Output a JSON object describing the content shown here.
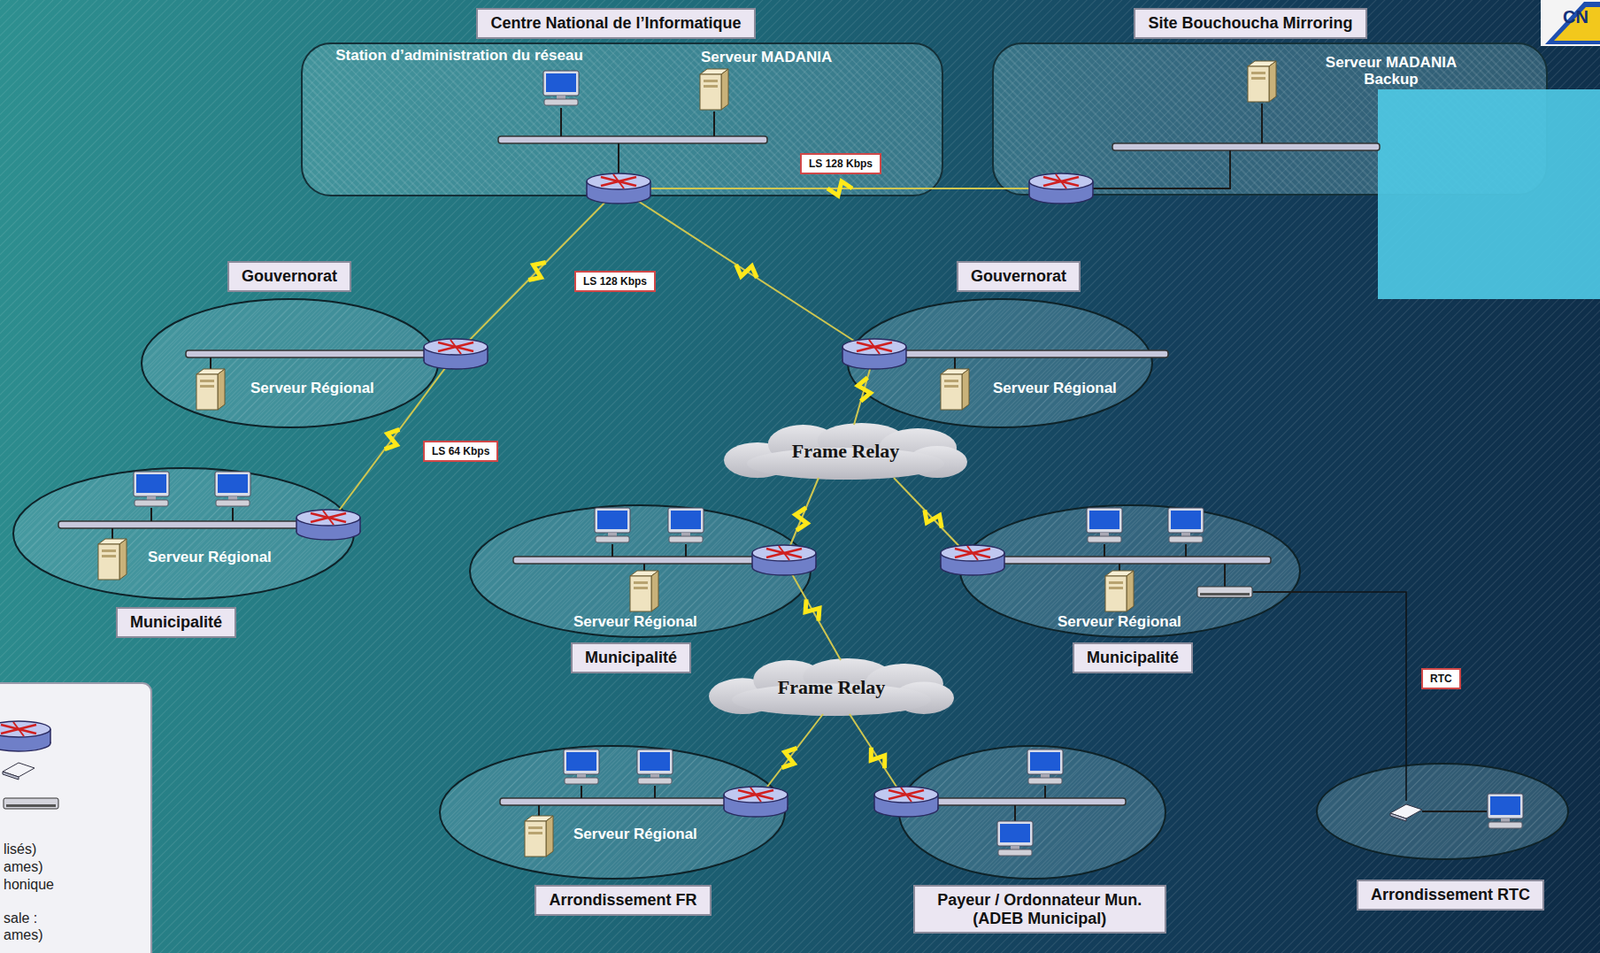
{
  "diagram": {
    "nodes": [
      {
        "text": [
          "Centre National de l’Informatique"
        ]
      },
      {
        "text": [
          "Station d’administration du réseau"
        ],
        "in": 0
      },
      {
        "text": [
          "Serveur MADANIA"
        ],
        "in": 0
      },
      {
        "text": [
          "Site Bouchoucha Mirroring"
        ]
      },
      {
        "text": [
          "Serveur MADANIA Backup"
        ],
        "in": 3
      },
      {
        "text": [
          "Gouvernorat"
        ]
      },
      {
        "text": [
          "Serveur Régional"
        ],
        "in": 5
      },
      {
        "text": [
          "Gouvernorat"
        ]
      },
      {
        "text": [
          "Serveur Régional"
        ],
        "in": 7
      },
      {
        "text": [
          "Frame Relay"
        ]
      },
      {
        "text": [
          "Municipalité"
        ]
      },
      {
        "text": [
          "Serveur Régional"
        ],
        "in": 10
      },
      {
        "text": [
          "Municipalité"
        ]
      },
      {
        "text": [
          "Serveur Régional"
        ],
        "in": 12
      },
      {
        "text": [
          "Municipalité"
        ]
      },
      {
        "text": [
          "Serveur Régional"
        ],
        "in": 14
      },
      {
        "text": [
          "Frame Relay"
        ]
      },
      {
        "text": [
          "Arrondissement FR"
        ]
      },
      {
        "text": [
          "Serveur Régional"
        ],
        "in": 17
      },
      {
        "text": [
          "Payeur / Ordonnateur Mun. (ADEB Municipal)"
        ]
      },
      {
        "text": [
          "Arrondissement RTC"
        ]
      }
    ],
    "edges": [
      {
        "from": 0,
        "to": 3,
        "label": "LS 128 Kbps",
        "arrow": "none"
      },
      {
        "from": 0,
        "to": 5,
        "label": "LS 128 Kbps",
        "arrow": "none"
      },
      {
        "from": 0,
        "to": 7,
        "arrow": "none"
      },
      {
        "from": 5,
        "to": 10,
        "label": "LS 64 Kbps",
        "arrow": "none"
      },
      {
        "from": 7,
        "to": 9,
        "arrow": "none"
      },
      {
        "from": 9,
        "to": 12,
        "arrow": "none"
      },
      {
        "from": 9,
        "to": 14,
        "arrow": "none"
      },
      {
        "from": 12,
        "to": 16,
        "arrow": "none"
      },
      {
        "from": 16,
        "to": 17,
        "arrow": "none"
      },
      {
        "from": 16,
        "to": 19,
        "arrow": "none"
      },
      {
        "from": 14,
        "to": 20,
        "label": "RTC",
        "arrow": "none"
      }
    ],
    "labels": [
      "CN",
      "lisés)",
      "ames)",
      "honique",
      "sale :",
      "ames)"
    ]
  }
}
